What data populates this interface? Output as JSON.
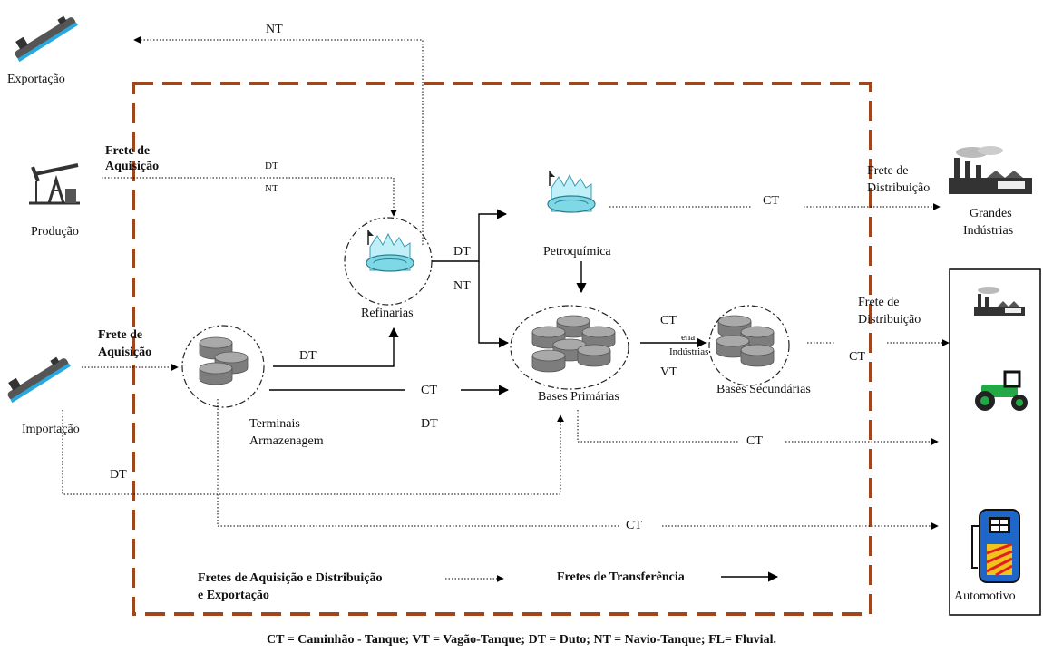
{
  "nodes": {
    "exportacao": "Exportação",
    "producao": "Produção",
    "importacao": "Importação",
    "refinarias": "Refinarias",
    "petroquimica": "Petroquímica",
    "bases_primarias": "Bases Primárias",
    "bases_secundarias": "Bases Secundárias",
    "terminais_1": "Terminais",
    "terminais_2": "Armazenagem",
    "grandes_1": "Grandes",
    "grandes_2": "Indústrias",
    "automotivo": "Automotivo",
    "industrias_overlap_1": "ena",
    "industrias_overlap_2": "Indústrias"
  },
  "freight_labels": {
    "frete_aquisicao_top_1": "Frete de",
    "frete_aquisicao_top_2": "Aquisição",
    "frete_aquisicao_mid_1": "Frete de",
    "frete_aquisicao_mid_2": "Aquisição",
    "frete_distribuicao_top_1": "Frete de",
    "frete_distribuicao_top_2": "Distribuição",
    "frete_distribuicao_mid_1": "Frete de",
    "frete_distribuicao_mid_2": "Distribuição"
  },
  "mode_labels": {
    "nt_top": "NT",
    "dt_prod": "DT",
    "nt_prod": "NT",
    "dt_ref": "DT",
    "nt_ref": "NT",
    "dt_term": "DT",
    "ct_term": "CT",
    "dt_term2": "DT",
    "ct_petro": "CT",
    "ct_bases": "CT",
    "vt_bases": "VT",
    "ct_sec": "CT",
    "ct_bp_ind": "CT",
    "dt_imp": "DT",
    "ct_bottom": "CT"
  },
  "key": {
    "dotted_1": "Fretes de Aquisição e Distribuição",
    "dotted_2": "e Exportação",
    "solid": "Fretes de Transferência"
  },
  "legend": "CT = Caminhão - Tanque; VT = Vagão-Tanque; DT = Duto; NT = Navio-Tanque; FL= Fluvial.",
  "colors": {
    "boundary": "#a0461a",
    "tank": "#8c8c8c",
    "refinery": "#7fd8e6",
    "tractor": "#22a845"
  }
}
